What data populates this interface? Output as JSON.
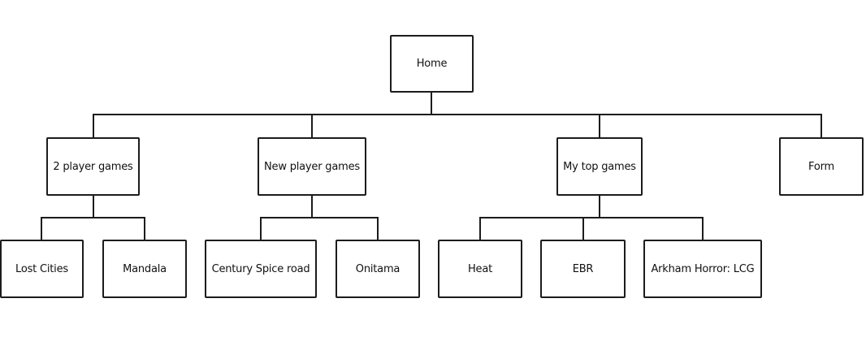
{
  "sitemap": {
    "root": "Home",
    "sections": [
      {
        "label": "2 player games",
        "pages": [
          "Lost Cities",
          "Mandala"
        ]
      },
      {
        "label": "New player games",
        "pages": [
          "Century Spice road",
          "Onitama"
        ]
      },
      {
        "label": "My top games",
        "pages": [
          "Heat",
          "EBR",
          "Arkham Horror: LCG"
        ]
      },
      {
        "label": "Form",
        "pages": []
      }
    ]
  },
  "colors": {
    "line": "#1c1c1c",
    "box_fill": "#ffffff",
    "text": "#111111"
  }
}
